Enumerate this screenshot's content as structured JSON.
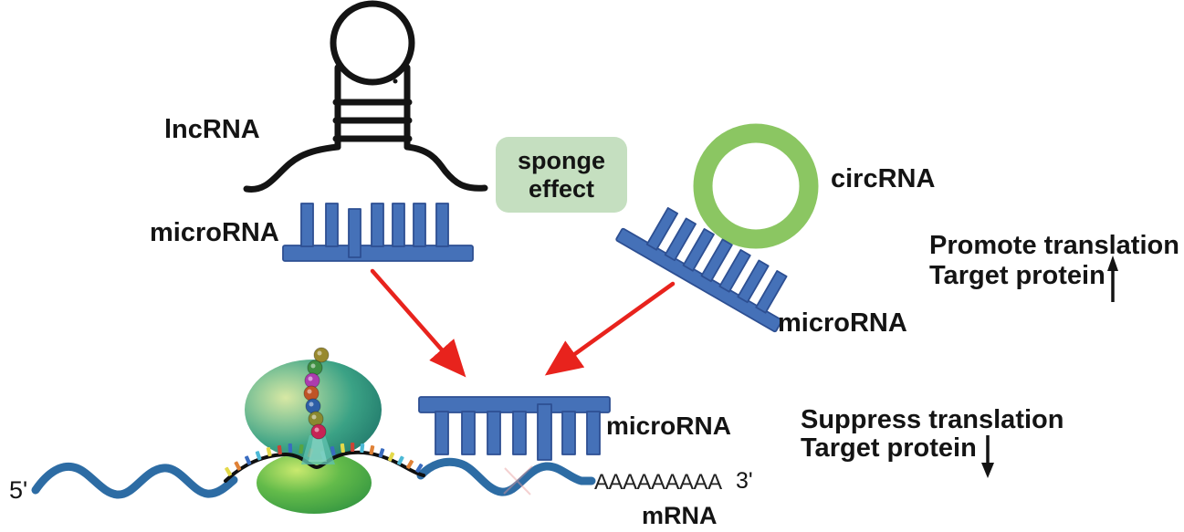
{
  "labels": {
    "lncrna": "lncRNA",
    "microrna_top": "microRNA",
    "sponge_line1": "sponge",
    "sponge_line2": "effect",
    "circrna": "circRNA",
    "microrna_right": "microRNA",
    "microrna_center": "microRNA",
    "promote_line1": "Promote translation",
    "promote_line2": "Target protein",
    "suppress_line1": "Suppress translation",
    "suppress_line2": "Target protein",
    "five_prime": "5'",
    "poly_a": "AAAAAAAAA",
    "three_prime": "3'",
    "mrna": "mRNA"
  },
  "colors": {
    "ink": "#141414",
    "comb_blue": "#4571b8",
    "comb_border": "#2d4f92",
    "ring_green": "#8bc662",
    "sponge_bg": "#c5dfc0",
    "arrow_red": "#e8231d",
    "wave_blue": "#2d6ca4",
    "tick_yellow": "#e4d94a",
    "tick_orange": "#e08136",
    "tick_blue": "#3a6cc0",
    "tick_cyan": "#4cb9d6",
    "tick_red": "#c94436",
    "tick_green": "#57a441",
    "bead_olive": "#98892f",
    "bead_green": "#3f8f42",
    "bead_magenta": "#ac3cae",
    "bead_rust": "#bf5526",
    "bead_blue": "#2d5ea6",
    "bead_olive2": "#8a892f",
    "bead_crimson": "#c62455"
  }
}
